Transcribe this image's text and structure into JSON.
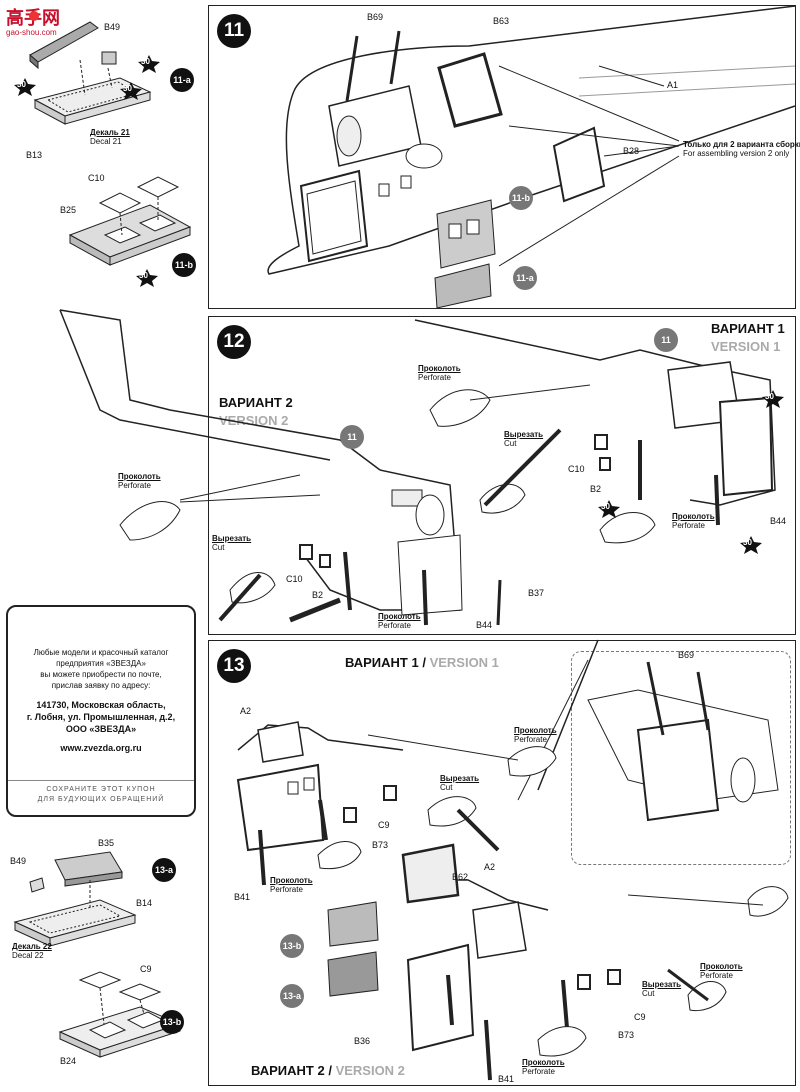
{
  "logo": {
    "text": "高手网",
    "url": "gao-shou.com"
  },
  "step11": {
    "number": "11",
    "parts": {
      "b69": "B69",
      "b63": "B63",
      "a1": "A1",
      "b28": "B28"
    },
    "note_ru": "Только для 2 варианта сборки",
    "note_en": "For assembling version 2 only",
    "badge_b": "11-b",
    "badge_a": "11-a"
  },
  "sub11a": {
    "badge": "11-a",
    "parts": {
      "b49": "B49",
      "b13": "B13"
    },
    "decal_ru": "Декаль 21",
    "decal_en": "Decal 21",
    "stars": [
      "30",
      "30",
      "30"
    ]
  },
  "sub11b": {
    "badge": "11-b",
    "parts": {
      "c10": "C10",
      "b25": "B25"
    },
    "stars": [
      "30"
    ]
  },
  "step12": {
    "number": "12",
    "version1_ru": "ВАРИАНТ 1",
    "version1_en": "VERSION 1",
    "version2_ru": "ВАРИАНТ 2",
    "version2_en": "VERSION 2",
    "ref": "11",
    "perforate_ru": "Проколоть",
    "perforate_en": "Perforate",
    "cut_ru": "Вырезать",
    "cut_en": "Cut",
    "parts": {
      "c10": "C10",
      "b2": "B2",
      "b44": "B44",
      "b37": "B37"
    },
    "stars": [
      "30",
      "30",
      "30"
    ]
  },
  "coupon": {
    "line1": "Любые модели и красочный каталог",
    "line2": "предприятия «ЗВЕЗДА»",
    "line3": "вы можете приобрести по почте,",
    "line4": "прислав заявку по адресу:",
    "addr1": "141730, Московская область,",
    "addr2": "г. Лобня, ул. Промышленная, д.2,",
    "addr3": "ООО «ЗВЕЗДА»",
    "web": "www.zvezda.org.ru",
    "keep1": "СОХРАНИТЕ ЭТОТ КУПОН",
    "keep2": "ДЛЯ БУДУЮЩИХ ОБРАЩЕНИЙ"
  },
  "step13": {
    "number": "13",
    "version1_ru": "ВАРИАНТ 1 /",
    "version1_en": "VERSION 1",
    "version2_ru": "ВАРИАНТ 2 /",
    "version2_en": "VERSION 2",
    "perforate_ru": "Проколоть",
    "perforate_en": "Perforate",
    "cut_ru": "Вырезать",
    "cut_en": "Cut",
    "parts": {
      "a2": "A2",
      "b69": "B69",
      "c9": "C9",
      "b73": "B73",
      "b41": "B41",
      "b62": "B62",
      "b36": "B36"
    },
    "badge_b": "13-b",
    "badge_a": "13-a"
  },
  "sub13a": {
    "badge": "13-a",
    "parts": {
      "b35": "B35",
      "b49": "B49",
      "b14": "B14"
    },
    "decal_ru": "Декаль 22",
    "decal_en": "Decal 22"
  },
  "sub13b": {
    "badge": "13-b",
    "parts": {
      "c9": "C9",
      "b24": "B24"
    }
  }
}
